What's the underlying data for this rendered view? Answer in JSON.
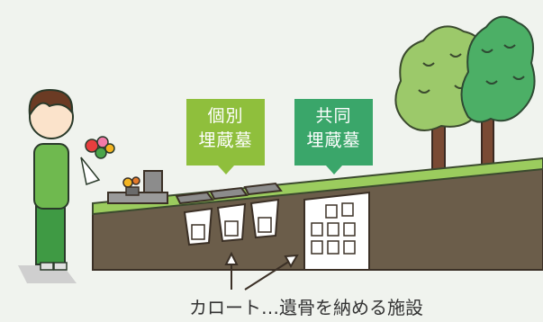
{
  "labels": {
    "individual_line1": "個別",
    "individual_line2": "埋蔵墓",
    "shared_line1": "共同",
    "shared_line2": "埋蔵墓",
    "caption": "カロート…遺骨を納める施設"
  },
  "colors": {
    "background": "#f0f3ee",
    "individual_tag": "#8fbf3c",
    "shared_tag": "#3aa66a",
    "soil": "#6b5d4a",
    "grass": "#9bcc5e",
    "tree_light": "#9cc96a",
    "tree_dark": "#4caf66",
    "trunk": "#7a4a34"
  },
  "icons": [
    "person-with-bouquet-icon",
    "gravestone-icon",
    "tree-icon",
    "urn-icon",
    "arrow-icon"
  ]
}
